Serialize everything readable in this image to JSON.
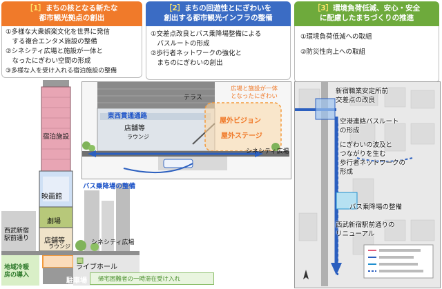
{
  "panel1": {
    "bracket": "［1］",
    "title_line1": "まちの核となる新たな",
    "title_line2": "都市観光拠点の創出",
    "header_color": "#f07a2a",
    "items": [
      "①多様な大衆娯楽文化を世界に発信",
      "　する複合エンタメ施設の整備",
      "②シネシティ広場と施設が一体と",
      "　なったにぎわい空間の形成",
      "③多様な人を受け入れる宿泊施設の整備"
    ]
  },
  "panel2": {
    "bracket": "［2］",
    "title_line1": "まちの回遊性とにぎわいを",
    "title_line2": "創出する都市観光インフラの整備",
    "header_color": "#3b6cc4",
    "items": [
      "①交差点改良とバス乗降場整備による",
      "　バスルートの形成",
      "②歩行者ネットワークの強化と",
      "　まちのにぎわいの創出"
    ]
  },
  "panel3": {
    "bracket": "［3］",
    "title_line1": "環境負荷低減、安心・安全",
    "title_line2": "に配慮したまちづくりの推進",
    "header_color": "#6eaa3c",
    "items": [
      "①環境負荷低減への取組",
      "②防災性向上への取組"
    ]
  },
  "building": {
    "hotel": "宿泊施設",
    "cinema": "映画館",
    "theater": "劇場",
    "shops": "店舗等",
    "lounge": "ラウンジ",
    "livehall": "ライブホール",
    "parking": "駐車場",
    "west_street": "西武新宿\n駅前通り",
    "cinecity": "シネシティ広場",
    "district_cooling": "地域冷暖\n房の導入",
    "evacuee": "帰宅困難者の一時滞在受け入れ"
  },
  "section": {
    "terrace": "テラス",
    "plaza_note": "広場と施設が一体\nとなったにぎわい",
    "vision": "屋外ビジョン",
    "stage": "屋外ステージ",
    "passage": "東西貫通通路",
    "shops": "店舗等",
    "lounge": "ラウンジ",
    "cinecity": "シネシティ広場",
    "bus_stop": "バス乗降場の整備"
  },
  "map": {
    "intersection": "新宿職業安定所前\n交差点の改良",
    "bus_route": "空港連絡バスルート\nの形成",
    "network": "にぎわいの波及と\nつながりを生む\n歩行者ネットワークの\n形成",
    "bus_stop": "バス乗降場の整備",
    "renewal": "西武新宿駅前通りの\nリニューアル"
  },
  "colors": {
    "orange": "#f07a2a",
    "blue": "#3b6cc4",
    "green": "#6eaa3c",
    "highlight_orange": "#f39a3c",
    "route_blue": "#2b5fbf",
    "hotel_bg": "#e8a5b4"
  }
}
